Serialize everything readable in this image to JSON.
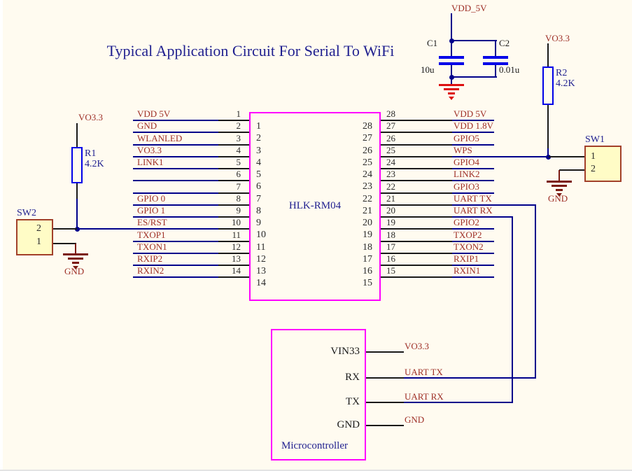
{
  "title": "Typical Application Circuit For Serial To WiFi",
  "colors": {
    "background": "#FFFBF0",
    "wire_blue": "#00008B",
    "wire_black": "#1A1A1A",
    "box_magenta": "#FF00FF",
    "net_label_red": "#9E2F26",
    "designator_navy": "#1F1F8F",
    "symbol_bright_blue": "#0000E8",
    "switch_fill": "#FFFCC6",
    "switch_border": "#A2402A",
    "ground_red": "#DD1111",
    "ground_maroon": "#7B1A12",
    "pin_number": "#2B2B2B"
  },
  "chip": {
    "name": "HLK-RM04",
    "left_pins": [
      {
        "num": "1",
        "label": "VDD 5V"
      },
      {
        "num": "2",
        "label": "GND"
      },
      {
        "num": "3",
        "label": "WLANLED"
      },
      {
        "num": "4",
        "label": "VO3.3"
      },
      {
        "num": "5",
        "label": "LINK1"
      },
      {
        "num": "6",
        "label": ""
      },
      {
        "num": "7",
        "label": ""
      },
      {
        "num": "8",
        "label": "GPIO 0"
      },
      {
        "num": "9",
        "label": "GPIO 1"
      },
      {
        "num": "10",
        "label": "ES/RST"
      },
      {
        "num": "11",
        "label": "TXOP1"
      },
      {
        "num": "12",
        "label": "TXON1"
      },
      {
        "num": "13",
        "label": "RXIP2"
      },
      {
        "num": "14",
        "label": "RXIN2"
      }
    ],
    "right_pins": [
      {
        "num": "28",
        "label": "VDD 5V"
      },
      {
        "num": "27",
        "label": "VDD 1.8V"
      },
      {
        "num": "26",
        "label": "GPIO5"
      },
      {
        "num": "25",
        "label": "WPS"
      },
      {
        "num": "24",
        "label": "GPIO4"
      },
      {
        "num": "23",
        "label": "LINK2"
      },
      {
        "num": "22",
        "label": "GPIO3"
      },
      {
        "num": "21",
        "label": "UART TX"
      },
      {
        "num": "20",
        "label": "UART RX"
      },
      {
        "num": "19",
        "label": "GPIO2"
      },
      {
        "num": "18",
        "label": "TXOP2"
      },
      {
        "num": "17",
        "label": "TXON2"
      },
      {
        "num": "16",
        "label": "RXIP1"
      },
      {
        "num": "15",
        "label": "RXIN1"
      }
    ]
  },
  "power": {
    "vdd5v_label": "VDD_5V",
    "c1": {
      "ref": "C1",
      "value": "10u"
    },
    "c2": {
      "ref": "C2",
      "value": "0.01u"
    },
    "vo33_label": "VO3.3",
    "r2": {
      "ref": "R2",
      "value": "4.2K"
    }
  },
  "left_circuit": {
    "vo33_label": "VO3.3",
    "r1": {
      "ref": "R1",
      "value": "4.2K"
    },
    "sw2": {
      "ref": "SW2",
      "pin_top": "2",
      "pin_bottom": "1",
      "gnd_label": "GND"
    }
  },
  "right_circuit": {
    "sw1": {
      "ref": "SW1",
      "pin_top": "1",
      "pin_bottom": "2",
      "gnd_label": "GND"
    }
  },
  "micro": {
    "name": "Microcontroller",
    "pins": [
      {
        "name": "VIN33",
        "net": "VO3.3"
      },
      {
        "name": "RX",
        "net": "UART TX"
      },
      {
        "name": "TX",
        "net": "UART RX"
      },
      {
        "name": "GND",
        "net": "GND"
      }
    ]
  }
}
